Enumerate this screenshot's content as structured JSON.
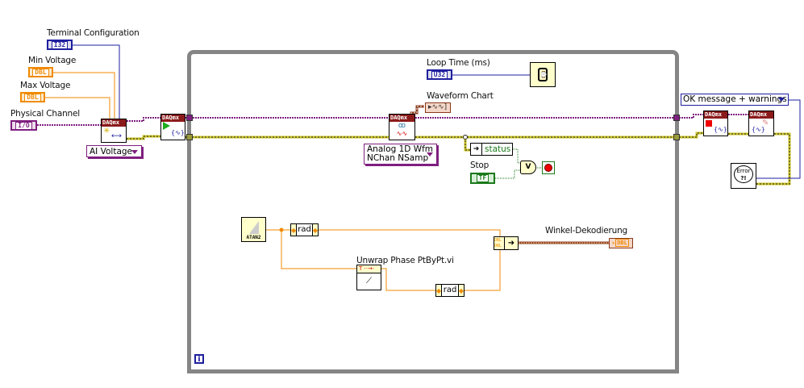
{
  "diagram": {
    "labels": {
      "terminal_configuration": "Terminal Configuration",
      "min_voltage": "Min Voltage",
      "max_voltage": "Max Voltage",
      "physical_channel": "Physical Channel",
      "loop_time": "Loop Time (ms)",
      "waveform_chart": "Waveform Chart",
      "stop": "Stop",
      "unwrap_phase": "Unwrap Phase PtByPt.vi",
      "winkel": "Winkel-Dekodierung"
    },
    "terminals": {
      "terminal_configuration": "I32",
      "min_voltage": "DBL",
      "max_voltage": "DBL",
      "physical_channel": "I/O",
      "loop_time": "U32",
      "stop": "TF",
      "winkel_type": "DBL"
    },
    "nodes": {
      "daqmx_header": "DAQmx",
      "status_field": "status",
      "atan2_label": "ATAN2",
      "rad_label": "rad",
      "error_label_line1": "Error",
      "error_label_line2": "?!",
      "or_symbol": "V",
      "build_array_in": "DBL"
    },
    "rings": {
      "ai_voltage": "AI Voltage",
      "read_mode_line1": "Analog 1D Wfm",
      "read_mode_line2": "NChan NSamp",
      "error_dialog": "OK message + warnings"
    },
    "loop": {
      "iteration_terminal": "i"
    },
    "colors": {
      "int_blue": "#1f1f9f",
      "dbl_orange": "#f08a00",
      "daq_purple": "#7f1f7f",
      "error_wire": "#c9c226",
      "bool_green": "#1b7a1b",
      "loop_gray": "#858585",
      "daq_red": "#8b1a1a"
    }
  }
}
